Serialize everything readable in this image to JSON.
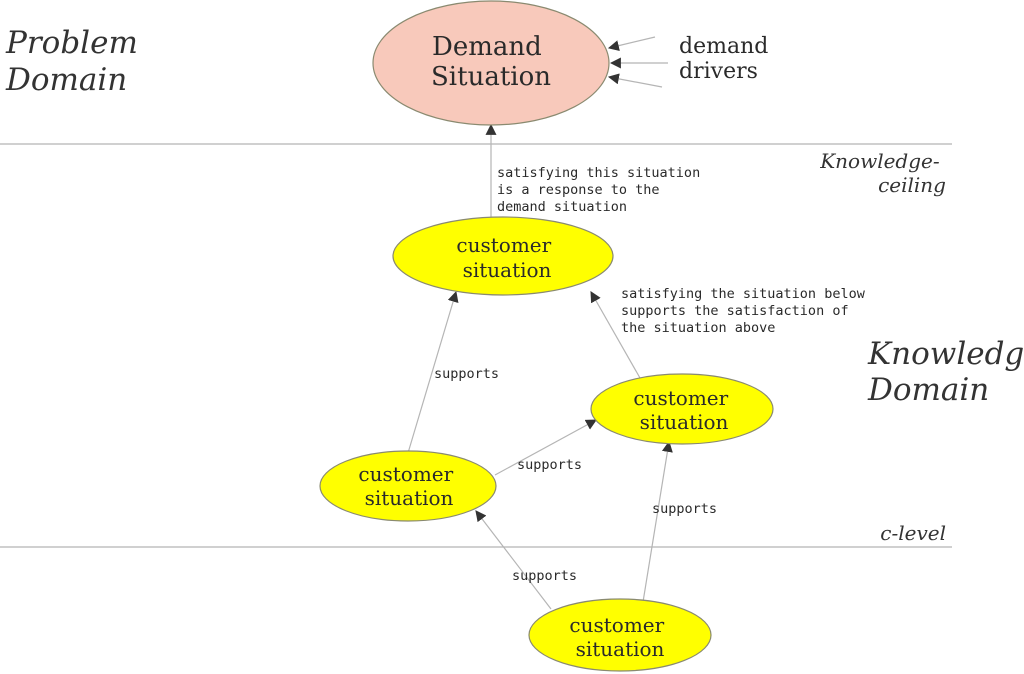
{
  "regions": {
    "problem_domain": [
      "Problem",
      "Domain"
    ],
    "knowledge_domain": [
      "Knowledge",
      "Domain"
    ]
  },
  "boundaries": {
    "knowledge_ceiling": [
      "Knowledge-",
      "ceiling"
    ],
    "c_level": "c-level"
  },
  "nodes": {
    "demand": {
      "lines": [
        "Demand",
        "Situation"
      ]
    },
    "customer_top": {
      "lines": [
        "customer",
        "situation"
      ]
    },
    "customer_right": {
      "lines": [
        "customer",
        "situation"
      ]
    },
    "customer_left": {
      "lines": [
        "customer",
        "situation"
      ]
    },
    "customer_bottom": {
      "lines": [
        "customer",
        "situation"
      ]
    }
  },
  "drivers": [
    "demand",
    "drivers"
  ],
  "annotations": {
    "response": [
      "satisfying this situation",
      "is a response to the",
      "demand situation"
    ],
    "supports_note": [
      "satisfying the situation below",
      "supports the satisfaction of",
      "the situation above"
    ]
  },
  "edge_labels": {
    "left_to_top": "supports",
    "left_to_right": "supports",
    "bottom_to_right": "supports",
    "bottom_to_left": "supports"
  },
  "colors": {
    "demand_fill": "#f8c9bb",
    "customer_fill": "#ffff00",
    "node_stroke": "#8a8a70",
    "line": "#b5b5b5",
    "arrow": "#333333"
  }
}
